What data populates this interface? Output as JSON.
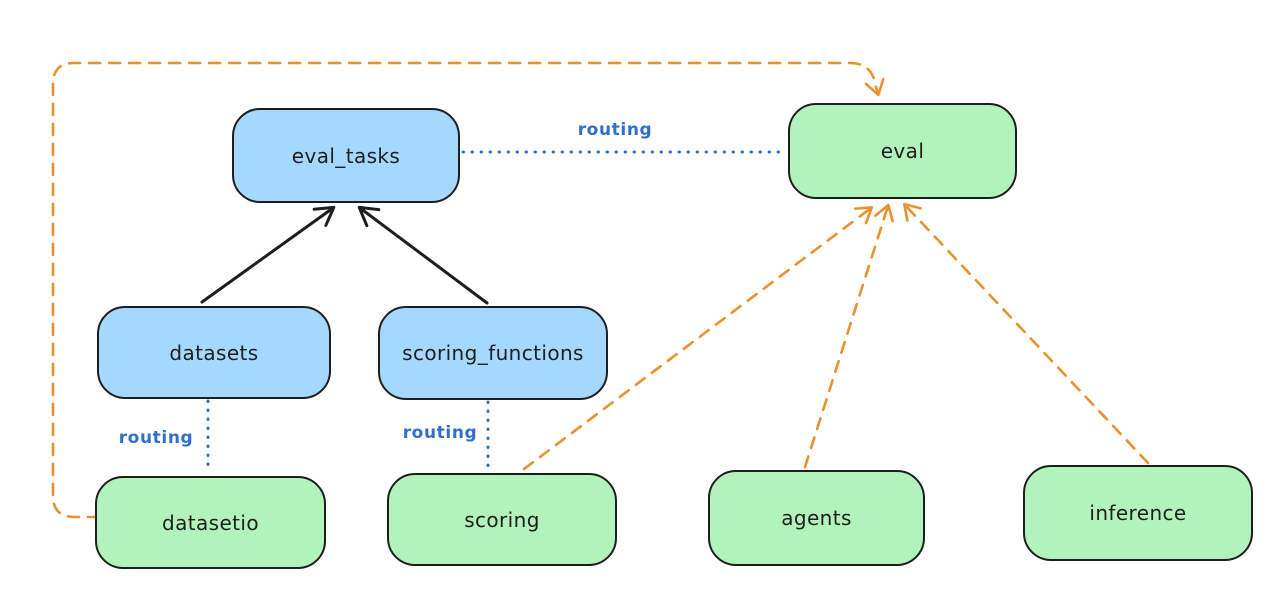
{
  "diagram": {
    "type": "architecture-diagram",
    "background": "#ffffff",
    "colors": {
      "registry_fill_blue": "#a5d8ff",
      "api_fill_green": "#b2f2bb",
      "stroke_black": "#1e1e1e",
      "routing_blue": "#2f6fc8",
      "provider_orange": "#e8922f"
    },
    "nodes": {
      "eval_tasks": {
        "label": "eval_tasks",
        "color": "blue"
      },
      "eval": {
        "label": "eval",
        "color": "green"
      },
      "datasets": {
        "label": "datasets",
        "color": "blue"
      },
      "scoring_functions": {
        "label": "scoring_functions",
        "color": "blue"
      },
      "datasetio": {
        "label": "datasetio",
        "color": "green"
      },
      "scoring": {
        "label": "scoring",
        "color": "green"
      },
      "agents": {
        "label": "agents",
        "color": "green"
      },
      "inference": {
        "label": "inference",
        "color": "green"
      }
    },
    "edge_labels": {
      "eval_tasks_to_eval": "routing",
      "datasets_to_datasetio": "routing",
      "scoring_functions_to_scoring": "routing"
    },
    "edges": [
      {
        "from": "eval_tasks",
        "to": "eval",
        "style": "dotted-blue",
        "label": "routing"
      },
      {
        "from": "datasets",
        "to": "eval_tasks",
        "style": "solid-black-arrow",
        "label": ""
      },
      {
        "from": "scoring_functions",
        "to": "eval_tasks",
        "style": "solid-black-arrow",
        "label": ""
      },
      {
        "from": "datasets",
        "to": "datasetio",
        "style": "dotted-blue",
        "label": "routing"
      },
      {
        "from": "scoring_functions",
        "to": "scoring",
        "style": "dotted-blue",
        "label": "routing"
      },
      {
        "from": "datasetio",
        "to": "eval",
        "style": "dashed-orange-arrow",
        "label": ""
      },
      {
        "from": "scoring",
        "to": "eval",
        "style": "dashed-orange-arrow",
        "label": ""
      },
      {
        "from": "agents",
        "to": "eval",
        "style": "dashed-orange-arrow",
        "label": ""
      },
      {
        "from": "inference",
        "to": "eval",
        "style": "dashed-orange-arrow",
        "label": ""
      }
    ]
  }
}
